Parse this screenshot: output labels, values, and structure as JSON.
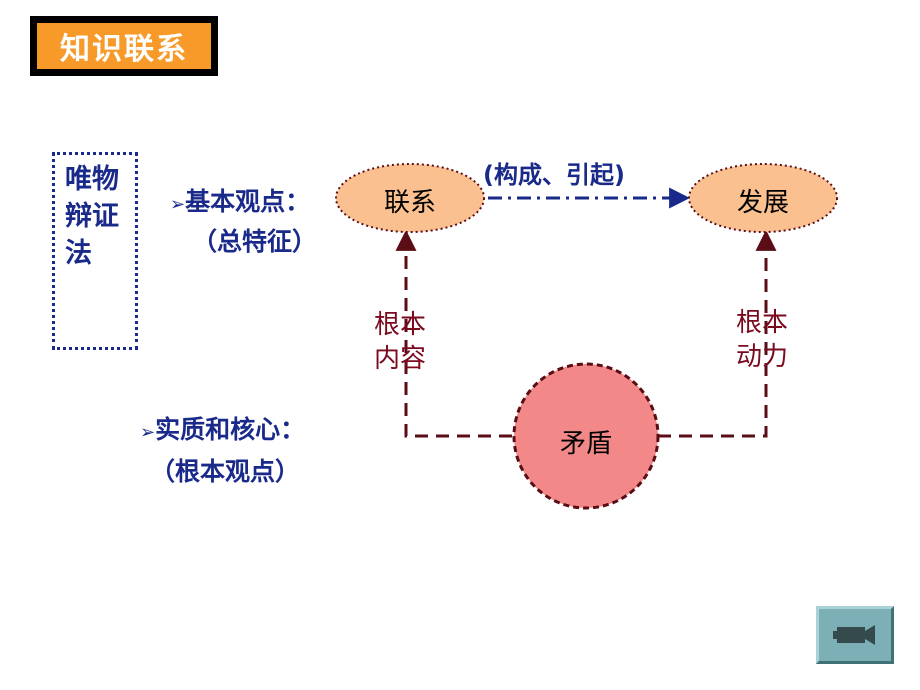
{
  "title": "知识联系",
  "side_label": "唯物辩证法",
  "basic_view": {
    "label": "基本观点：",
    "sub": "（总特征）"
  },
  "core_view": {
    "label": "实质和核心：",
    "sub": "（根本观点）"
  },
  "nodes": {
    "link": "联系",
    "development": "发展",
    "contradiction": "矛盾"
  },
  "top_arrow_label": "(构成、引起)",
  "left_path_label": "根本内容",
  "right_path_label": "根本动力",
  "icons": {
    "bullet": "arrow-bullet-icon",
    "camera": "video-camera-icon"
  },
  "colors": {
    "title_bg": "#f79a2a",
    "navy": "#1a2a8a",
    "dark_red": "#7a0a1e",
    "ellipse_fill": "#fac090",
    "circle_fill": "#f28888"
  }
}
